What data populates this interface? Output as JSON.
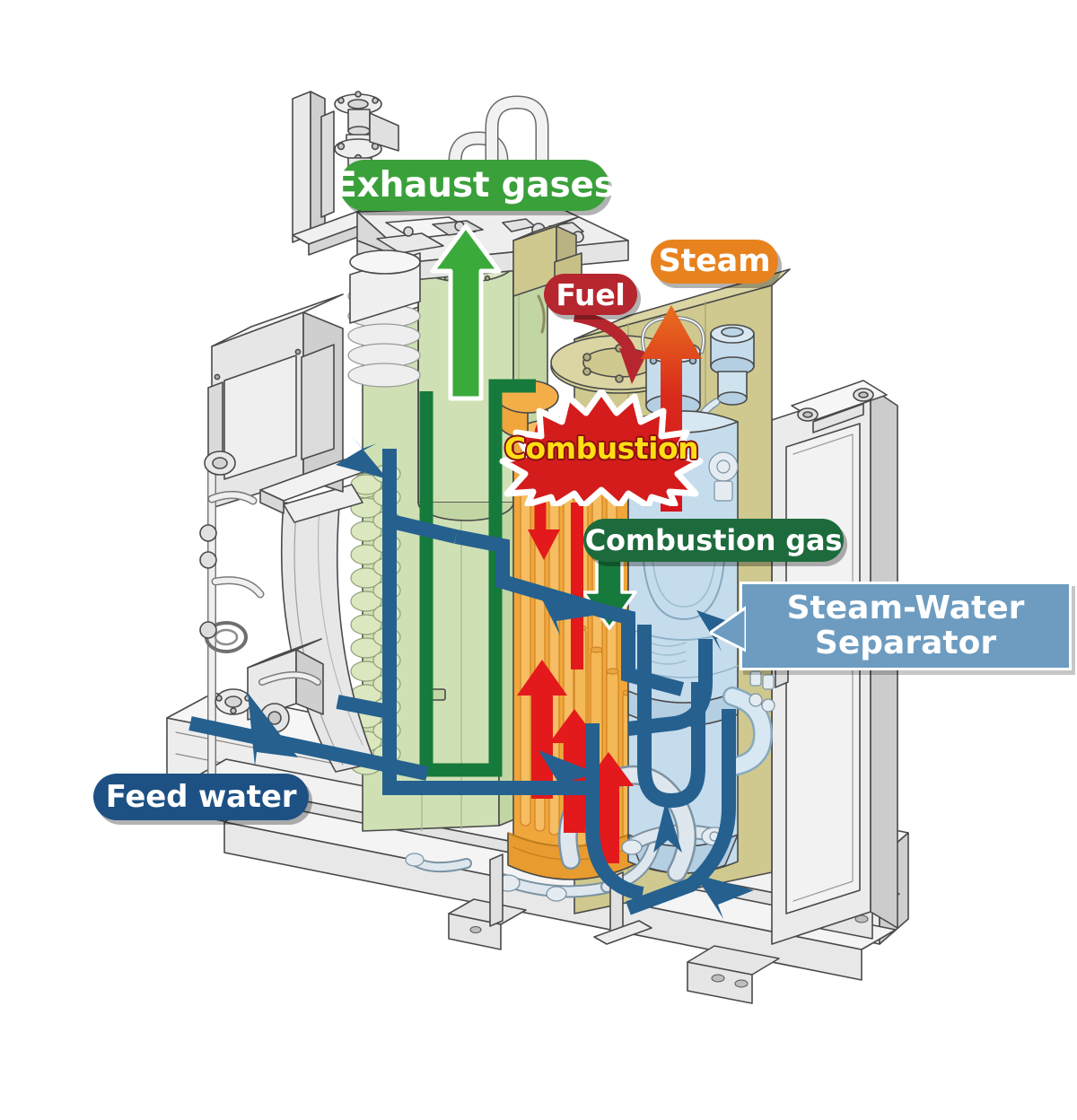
{
  "diagram": {
    "title": "Once-through boiler cut-away flow diagram",
    "subject": "steam boiler",
    "background_color": "#ffffff"
  },
  "labels": {
    "exhaust_gases": {
      "text": "Exhaust gases",
      "color": "#3aa03a",
      "shape": "pill"
    },
    "steam": {
      "text": "Steam",
      "color": "#e8821e",
      "shape": "pill"
    },
    "fuel": {
      "text": "Fuel",
      "color": "#b5262e",
      "shape": "pill"
    },
    "combustion": {
      "text": "Combustion",
      "color": "#d41c1c",
      "text_color": "#ffdd14",
      "shape": "starburst"
    },
    "combustion_gas": {
      "text": "Combustion gas",
      "color": "#1d6b3c",
      "shape": "pill"
    },
    "steam_water_separator": {
      "line1": "Steam-Water",
      "line2": "Separator",
      "color": "#6d9cc0",
      "shape": "callout-rectangle"
    },
    "feed_water": {
      "text": "Feed water",
      "color": "#1d5183",
      "shape": "pill"
    }
  },
  "flows": [
    {
      "name": "exhaust-gases",
      "color": "#3aaa3a",
      "direction": "up",
      "medium": "flue gas outlet"
    },
    {
      "name": "combustion-gas",
      "color": "#167a3c",
      "direction": "down-then-left-then-up",
      "medium": "hot gas path"
    },
    {
      "name": "fuel",
      "color": "#b5262e",
      "direction": "curve-down",
      "medium": "burner feed"
    },
    {
      "name": "steam",
      "color": "#e0521e",
      "direction": "up",
      "medium": "steam outlet"
    },
    {
      "name": "heat-rise",
      "color": "#e3191c",
      "direction": "up",
      "medium": "radiant heat in tube bank"
    },
    {
      "name": "feed-water",
      "color": "#25608f",
      "direction": "left-to-right-circuit",
      "medium": "boiler water"
    }
  ],
  "machine_parts": {
    "exhaust_duct": {
      "name": "exhaust duct / economizer housing",
      "color": "#cfe0b4"
    },
    "economizer_coils": {
      "name": "economizer finned coils",
      "color": "#dbe7bf"
    },
    "furnace_tubes": {
      "name": "water tube bank / furnace",
      "color": "#f0a63a"
    },
    "separator_vessel": {
      "name": "steam-water separator vessel",
      "color": "#c5dcec"
    },
    "burner_deck": {
      "name": "burner top deck",
      "color": "#cfc98f"
    },
    "frame": {
      "name": "structural base frame",
      "color": "#e2e2e2"
    },
    "control_cabinet": {
      "name": "control cabinet",
      "color": "#e8e8e8"
    },
    "piping": {
      "name": "process piping",
      "color": "#dfe7ee"
    }
  },
  "colors": {
    "green_light": "#cfe0b4",
    "green_coil": "#dbe7bf",
    "green_arrow": "#3aaa3a",
    "green_dark": "#167a3c",
    "orange_tubes": "#f0a63a",
    "orange_deep": "#e8921e",
    "red_arrow": "#e3191c",
    "red_dark": "#b5262e",
    "blue_arrow": "#25608f",
    "blue_light": "#c5dcec",
    "blue_pipe": "#dfe7ee",
    "khaki": "#cfc98f",
    "metal": "#e2e2e2",
    "metal_dark": "#bdbdbd",
    "outline": "#4a4a4a"
  }
}
